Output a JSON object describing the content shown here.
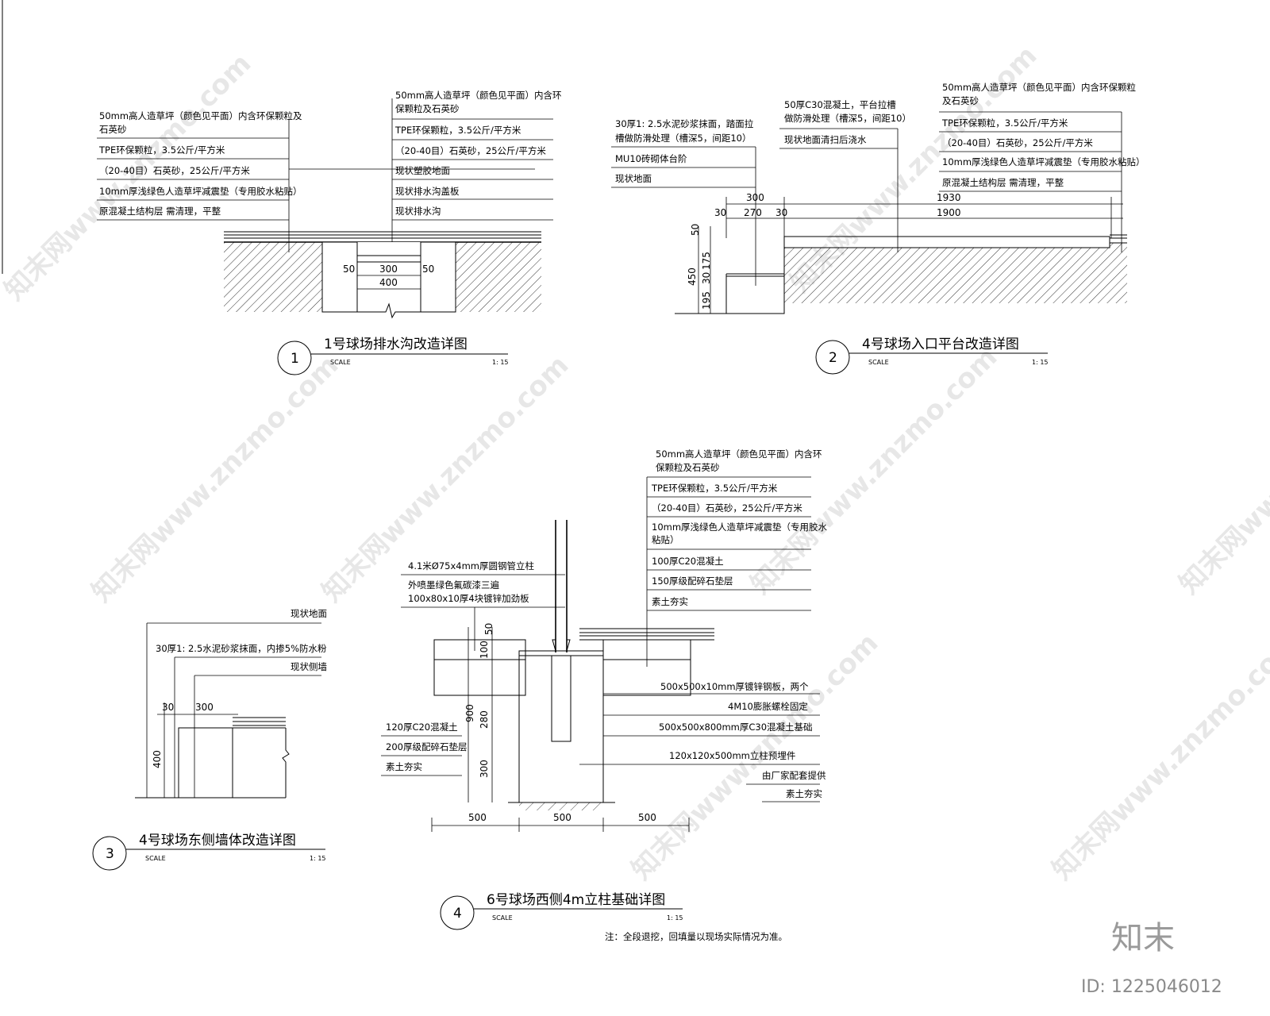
{
  "detail1": {
    "number": "1",
    "title": "1号球场排水沟改造详图",
    "scale_label": "SCALE",
    "scale_value": "1: 15",
    "left_notes": [
      "50mm高人造草坪（颜色见平面）内含环保颗粒及",
      "石英砂",
      "TPE环保颗粒，3.5公斤/平方米",
      "（20-40目）石英砂，25公斤/平方米",
      "10mm厚浅绿色人造草坪减震垫（专用胶水粘贴）",
      "原混凝土结构层 需清理，平整"
    ],
    "right_notes": [
      "50mm高人造草坪（颜色见平面）内含环",
      "保颗粒及石英砂",
      "TPE环保颗粒，3.5公斤/平方米",
      "（20-40目）石英砂，25公斤/平方米",
      "现状塑胶地面",
      "现状排水沟盖板",
      "现状排水沟"
    ],
    "dims": [
      "50",
      "300",
      "50",
      "400"
    ]
  },
  "detail2": {
    "number": "2",
    "title": "4号球场入口平台改造详图",
    "scale_label": "SCALE",
    "scale_value": "1: 15",
    "left_notes": [
      "30厚1: 2.5水泥砂浆抹面，踏面拉",
      "槽做防滑处理（槽深5，间距10）",
      "MU10砖砌体台阶",
      "现状地面"
    ],
    "mid_notes": [
      "50厚C30混凝土，平台拉槽",
      "做防滑处理（槽深5，间距10）",
      "现状地面清扫后浇水"
    ],
    "right_notes": [
      "50mm高人造草坪（颜色见平面）内含环保颗粒",
      "及石英砂",
      "TPE环保颗粒，3.5公斤/平方米",
      "（20-40目）石英砂，25公斤/平方米",
      "10mm厚浅绿色人造草坪减震垫（专用胶水粘贴）",
      "原混凝土结构层 需清理，平整"
    ],
    "dims_top": [
      "300",
      "1930",
      "30",
      "270",
      "30",
      "1900"
    ],
    "dims_side": [
      "50",
      "450",
      "175",
      "30",
      "195"
    ]
  },
  "detail3": {
    "number": "3",
    "title": "4号球场东侧墙体改造详图",
    "scale_label": "SCALE",
    "scale_value": "1: 15",
    "notes": [
      "现状地面",
      "30厚1: 2.5水泥砂浆抹面，内掺5%防水粉",
      "现状侧墙"
    ],
    "dims": [
      "30",
      "300",
      "400"
    ]
  },
  "detail4": {
    "number": "4",
    "title": "6号球场西侧4m立柱基础详图",
    "scale_label": "SCALE",
    "scale_value": "1: 15",
    "top_notes": [
      "50mm高人造草坪（颜色见平面）内含环",
      "保颗粒及石英砂",
      "TPE环保颗粒，3.5公斤/平方米",
      "（20-40目）石英砂，25公斤/平方米",
      "10mm厚浅绿色人造草坪减震垫（专用胶水",
      "粘贴）",
      "100厚C20混凝土",
      "150厚级配碎石垫层",
      "素土夯实"
    ],
    "left_notes": [
      "4.1米Ø75x4mm厚圆钢管立柱",
      "外喷墨绿色氟碳漆三遍",
      "100x80x10厚4块镀锌加劲板"
    ],
    "low_left_notes": [
      "120厚C20混凝土",
      "200厚级配碎石垫层",
      "素土夯实"
    ],
    "right_notes": [
      "500x500x10mm厚镀锌钢板，两个",
      "4M10膨胀螺栓固定",
      "500x500x800mm厚C30混凝土基础",
      "120x120x500mm立柱预埋件",
      "由厂家配套提供",
      "素土夯实"
    ],
    "dims_vert": [
      "50",
      "100",
      "900",
      "280",
      "300"
    ],
    "dims_bottom": [
      "500",
      "500",
      "500"
    ]
  },
  "footnote": "注：全段退挖，回填量以现场实际情况为准。",
  "watermark": {
    "text": "知末网www.znzmo.com",
    "brand": "知末",
    "id_label": "ID: 1225046012"
  }
}
